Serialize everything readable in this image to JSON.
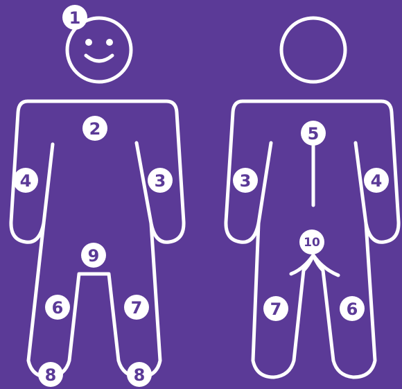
{
  "colors": {
    "background": "#5b3a97",
    "line": "#ffffff"
  },
  "figures": [
    {
      "view": "front",
      "face": "smiley",
      "regions": [
        "1",
        "2",
        "3",
        "4",
        "6",
        "7",
        "8",
        "8",
        "9"
      ]
    },
    {
      "view": "back",
      "face": "blank",
      "regions": [
        "3",
        "4",
        "5",
        "6",
        "7",
        "10"
      ]
    }
  ],
  "labels": {
    "front": {
      "head": "1",
      "chest": "2",
      "right_arm": "3",
      "left_arm": "4",
      "left_leg": "6",
      "right_leg": "7",
      "left_foot": "8",
      "right_foot": "8",
      "groin": "9"
    },
    "back": {
      "spine": "5",
      "left_arm": "3",
      "right_arm": "4",
      "left_leg": "7",
      "right_leg": "6",
      "buttocks": "10"
    }
  }
}
